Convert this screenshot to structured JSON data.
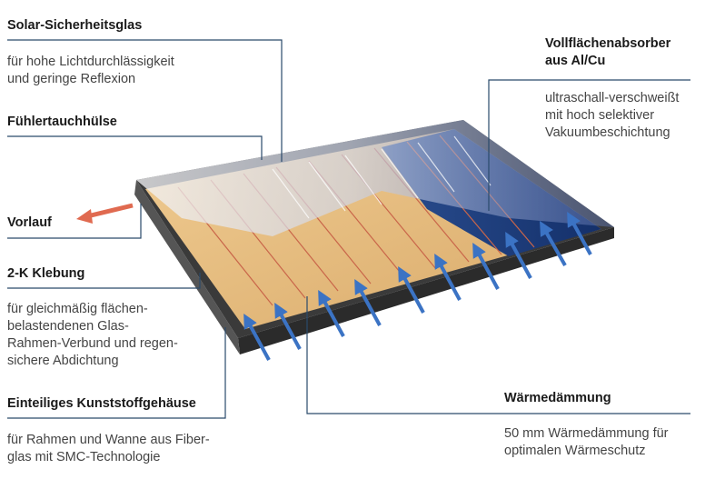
{
  "callouts": {
    "glass": {
      "title": "Solar-Sicherheitsglas",
      "desc": "für hohe Lichtdurchlässigkeit\nund geringe Reflexion"
    },
    "sensor": {
      "title": "Fühlertauchhülse"
    },
    "flow": {
      "title": "Vorlauf"
    },
    "adhesive": {
      "title": "2-K Klebung",
      "desc": "für gleichmäßig flächen-\nbelastendenen Glas-\nRahmen-Verbund und regen-\nsichere Abdichtung"
    },
    "housing": {
      "title": "Einteiliges Kunststoffgehäuse",
      "desc": "für Rahmen und Wanne aus Fiber-\nglas mit SMC-Technologie"
    },
    "absorber": {
      "title": "Vollflächenabsorber\naus Al/Cu",
      "desc": "ultraschall-verschweißt\nmit hoch selektiver\nVakuumbeschichtung"
    },
    "insulation": {
      "title": "Wärmedämmung",
      "desc": "50 mm Wärmedämmung für\noptimalen Wärmeschutz"
    }
  },
  "colors": {
    "leader": "#2a4a6b",
    "arrow_blue": "#3b73c4",
    "arrow_red": "#e06a50",
    "insulation": "#e8c088",
    "absorber": "#1e3f7e",
    "frame": "#3d3d3d"
  }
}
